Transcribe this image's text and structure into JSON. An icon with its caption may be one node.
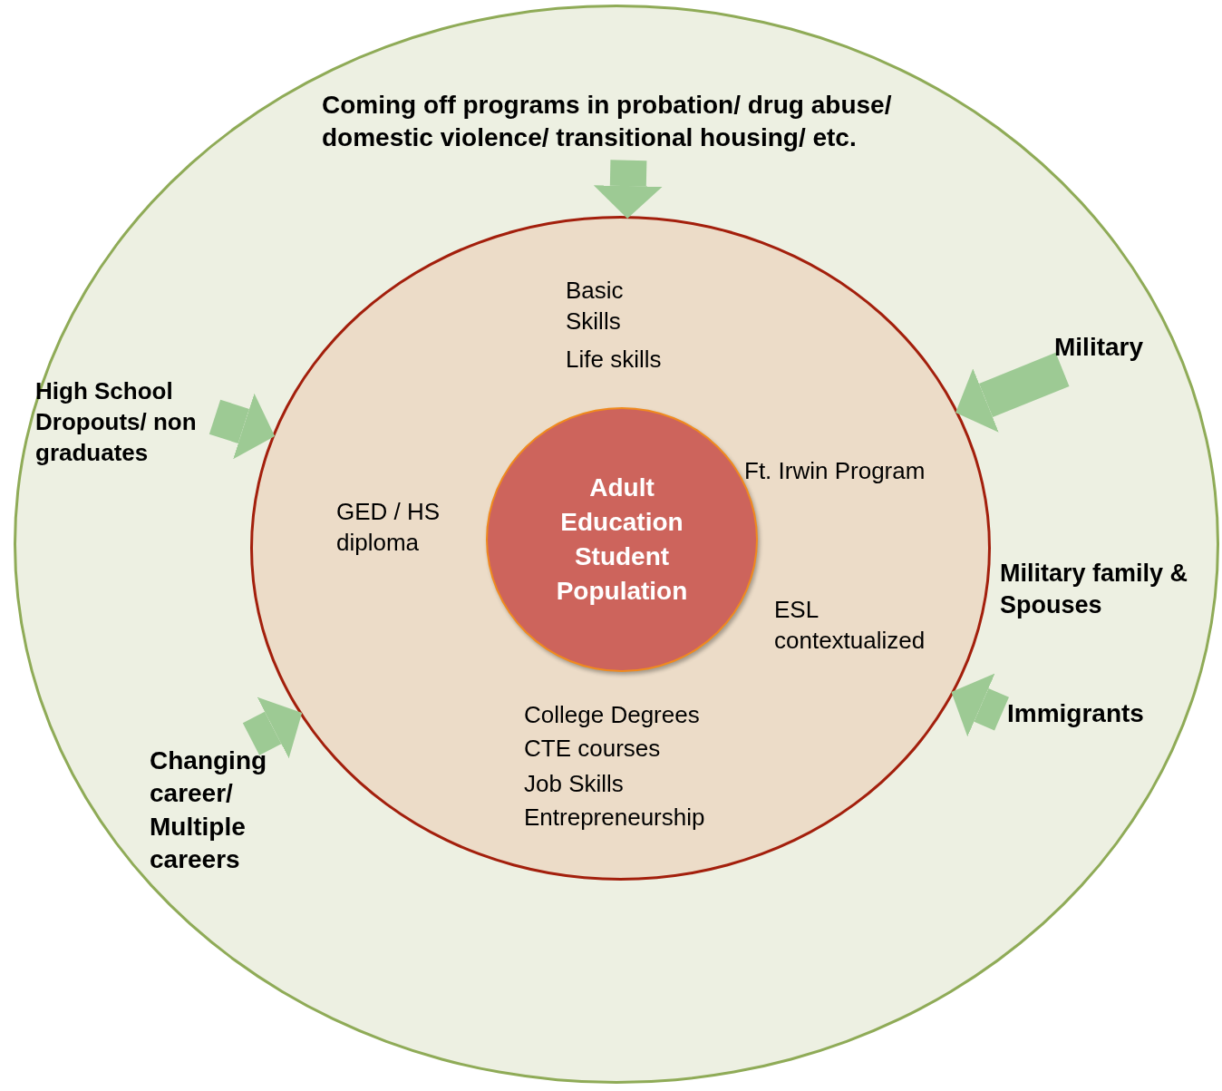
{
  "diagram": {
    "nodes": [
      {
        "text": [],
        "shape": "circle"
      },
      {
        "text": [],
        "shape": "circle",
        "in": 0
      },
      {
        "text": [
          "Adult Education Student Population"
        ],
        "in": 1
      },
      {
        "text": [
          "Coming off programs in probation/ drug abuse/ domestic violence/ transitional housing/ etc."
        ],
        "in": 0
      },
      {
        "text": [
          "Military"
        ],
        "in": 0
      },
      {
        "text": [
          "High School Dropouts/ non graduates"
        ],
        "in": 0
      },
      {
        "text": [
          "Military family & Spouses"
        ],
        "in": 0
      },
      {
        "text": [
          "Immigrants"
        ],
        "in": 0
      },
      {
        "text": [
          "Changing career/ Multiple careers"
        ],
        "in": 0
      }
    ],
    "edges": [
      {
        "from": 3,
        "to": 1,
        "arrow": "to"
      },
      {
        "from": 4,
        "to": 1,
        "arrow": "to"
      },
      {
        "from": 5,
        "to": 1,
        "arrow": "to"
      },
      {
        "from": 7,
        "to": 1,
        "arrow": "to"
      },
      {
        "from": 8,
        "to": 1,
        "arrow": "to"
      }
    ],
    "labels": [
      "Basic Skills",
      "Life skills",
      "Ft. Irwin Program",
      "GED / HS diploma",
      "ESL contextualized",
      "College Degrees",
      "CTE courses",
      "Job Skills",
      "Entrepreneurship"
    ]
  }
}
